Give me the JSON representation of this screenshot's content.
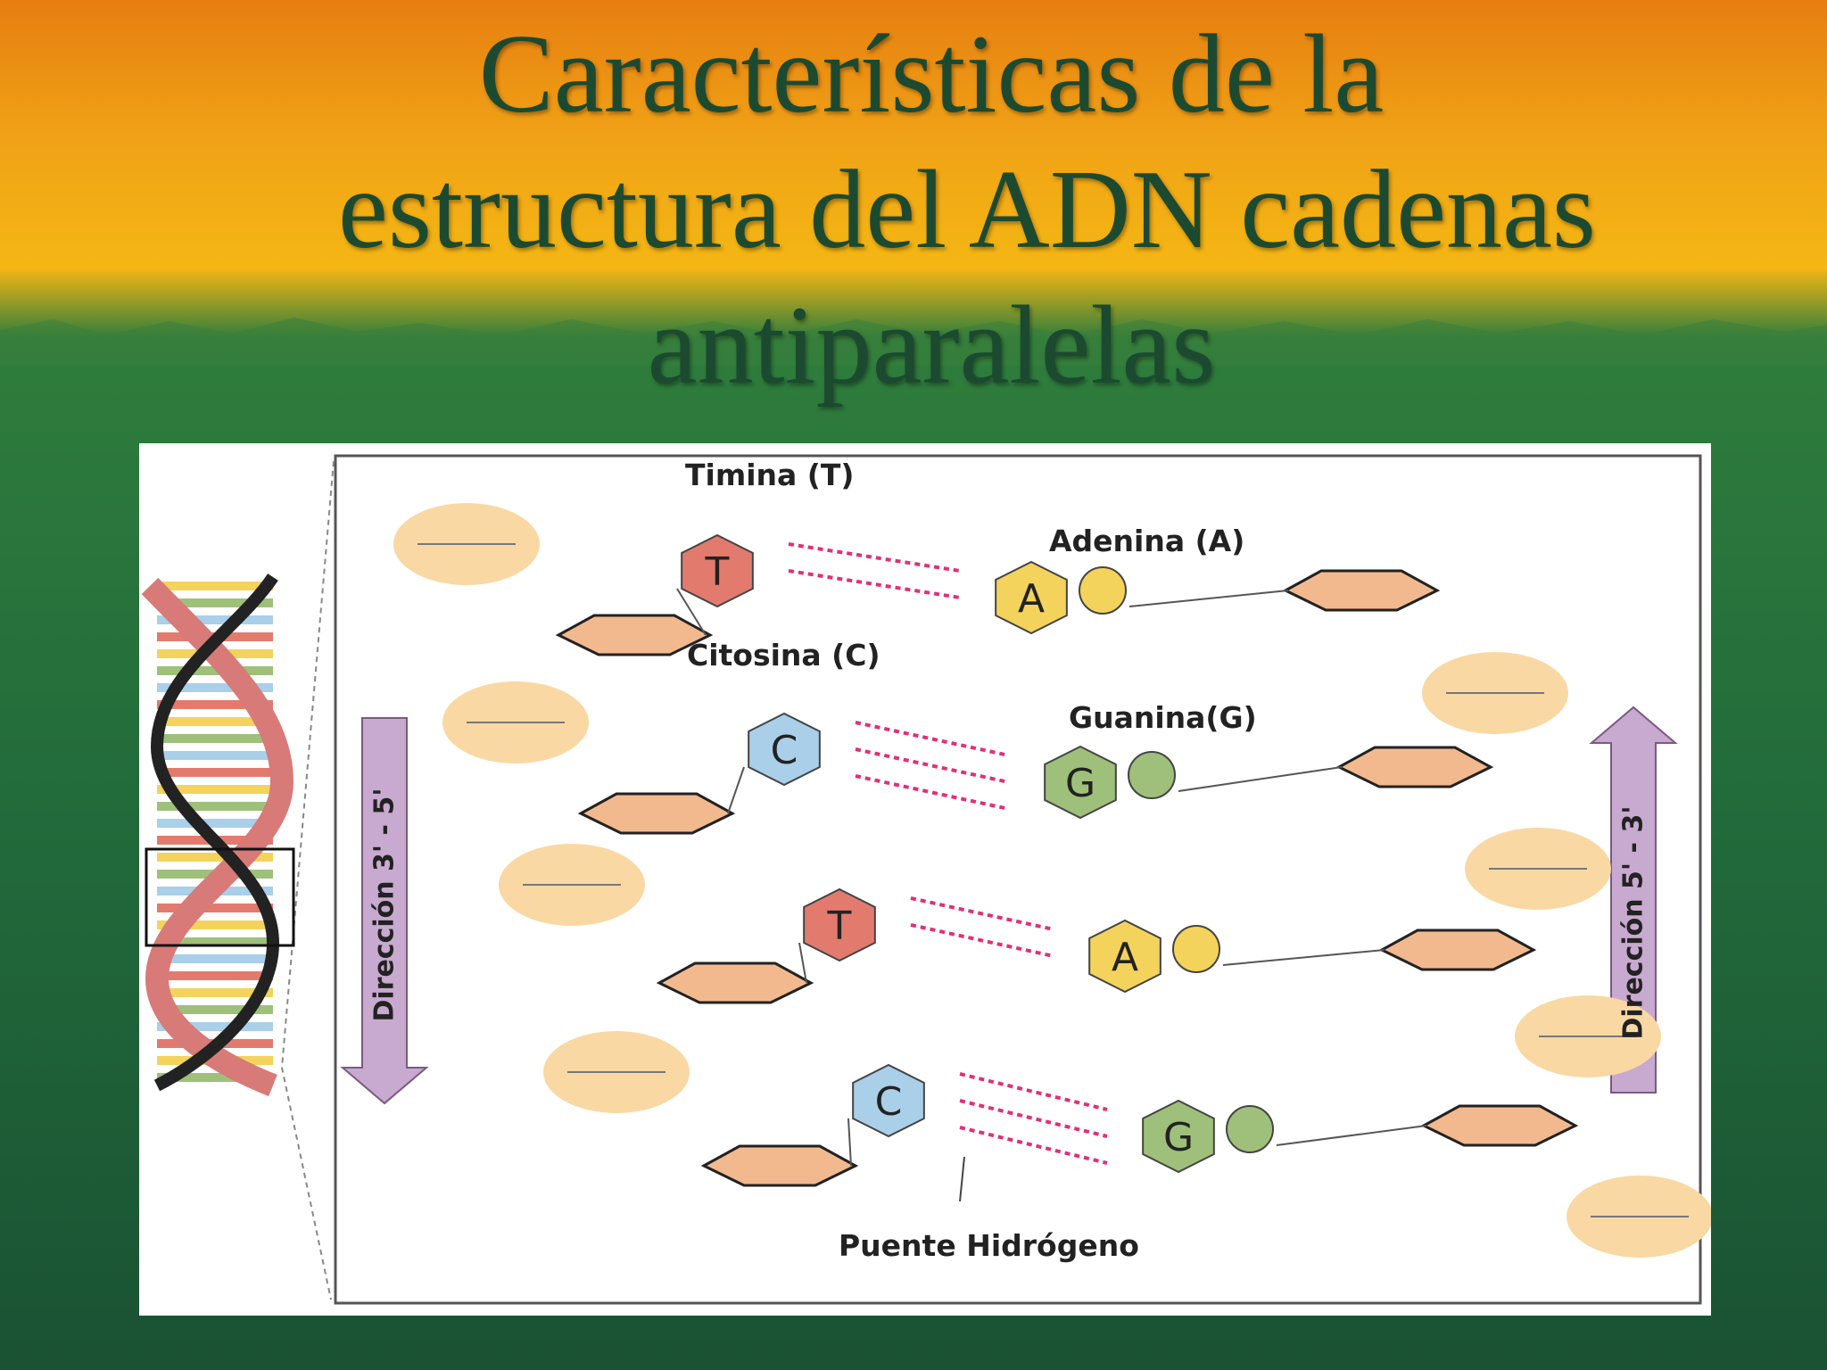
{
  "slide": {
    "title_lines": [
      "Características de la",
      "estructura del ADN cadenas",
      "antiparalelas"
    ]
  },
  "diagram": {
    "labels": {
      "thymine": "Timina (T)",
      "adenine": "Adenina (A)",
      "cytosine": "Citosina (C)",
      "guanine": "Guanina(G)",
      "hbond": "Puente Hidrógeno",
      "dir_left": "Dirección 3' - 5'",
      "dir_right": "Dirección 5' - 3'"
    },
    "left_bases": [
      "T",
      "C",
      "T",
      "C"
    ],
    "right_bases": [
      "A",
      "G",
      "A",
      "G"
    ],
    "colors": {
      "T": "#e27b6e",
      "A": "#f3d35c",
      "C": "#a9cfe9",
      "G": "#9ec07a",
      "phosphate": "#f9d8a3",
      "sugar": "#f2b98f",
      "hbond": "#e0307a",
      "arrow": "#c8a9cf"
    }
  }
}
